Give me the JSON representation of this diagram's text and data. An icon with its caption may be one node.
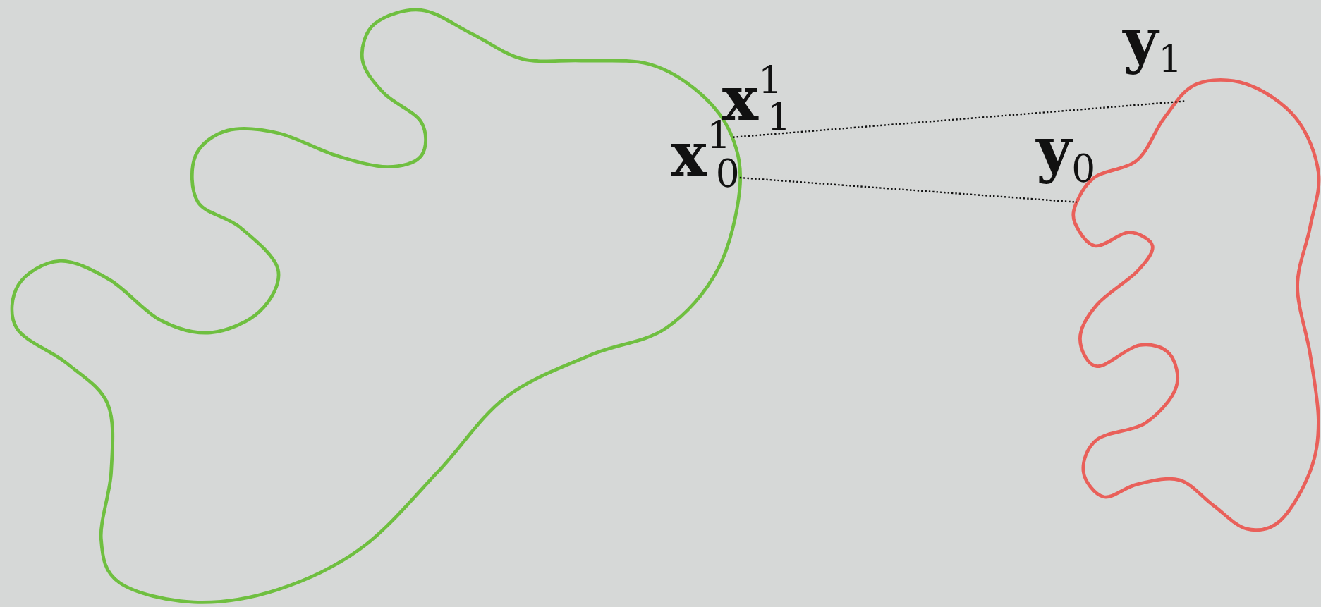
{
  "diagram": {
    "nodes": [
      {
        "text": [],
        "shape": "blob"
      },
      {
        "text": [],
        "shape": "blob"
      },
      {
        "text": [
          "**x**$^{1}$$_{1}$"
        ]
      },
      {
        "text": [
          "**x**$^{1}$$_{0}$"
        ],
        "in": 0
      },
      {
        "text": [
          "**y**$_{1}$"
        ]
      },
      {
        "text": [
          "**y**$_{0}$"
        ]
      }
    ],
    "edges": [
      {
        "from": 2,
        "to": 4,
        "arrow": "none",
        "style": "dashed"
      },
      {
        "from": 3,
        "to": 5,
        "arrow": "none",
        "style": "dashed"
      }
    ]
  }
}
